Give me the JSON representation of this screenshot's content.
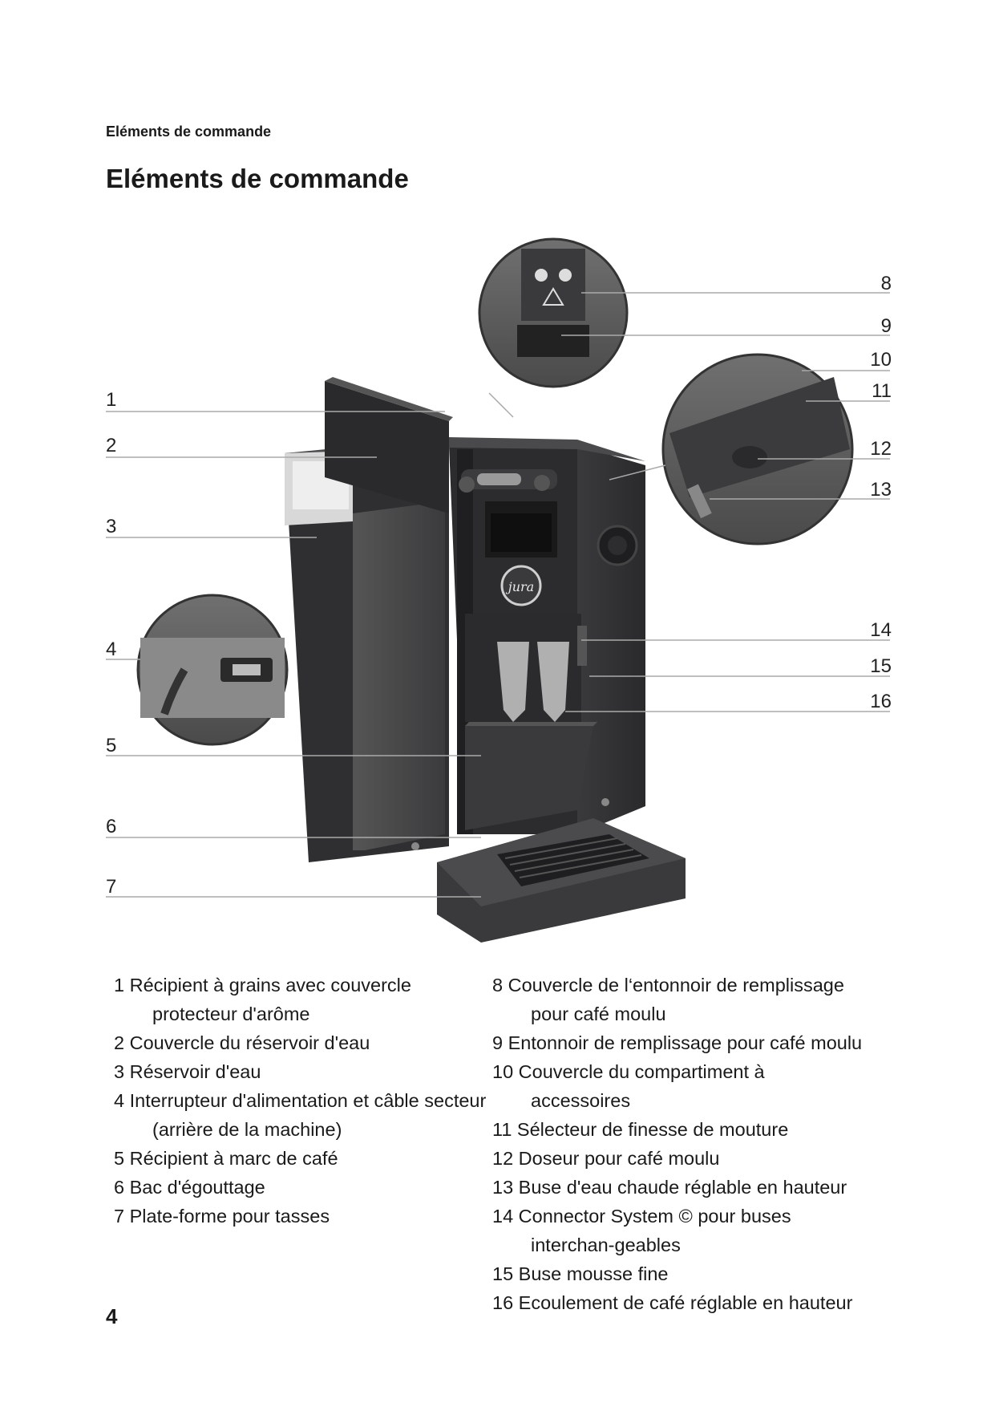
{
  "header": "Eléments de commande",
  "title": "Eléments de commande",
  "callout_numbers": [
    "1",
    "2",
    "3",
    "4",
    "5",
    "6",
    "7",
    "8",
    "9",
    "10",
    "11",
    "12",
    "13",
    "14",
    "15",
    "16"
  ],
  "legend_left": [
    "1  Récipient à grains avec couvercle protecteur d'arôme",
    "2  Couvercle du réservoir d'eau",
    "3  Réservoir d'eau",
    "4  Interrupteur d'alimentation et câble secteur (arrière de la machine)",
    "5  Récipient à marc de café",
    "6  Bac d'égouttage",
    "7  Plate-forme pour tasses"
  ],
  "legend_right": [
    "8  Couvercle de l‘entonnoir de remplissage pour café moulu",
    "9  Entonnoir de remplissage pour café moulu",
    "10  Couvercle du compartiment à accessoires",
    "11  Sélecteur de finesse de mouture",
    "12  Doseur pour café moulu",
    "13  Buse d'eau chaude réglable en hauteur",
    "14  Connector System © pour buses interchan-geables",
    "15  Buse mousse fine",
    "16  Ecoulement de café réglable en hauteur"
  ],
  "page_number": "4",
  "brand_logo": "jura"
}
